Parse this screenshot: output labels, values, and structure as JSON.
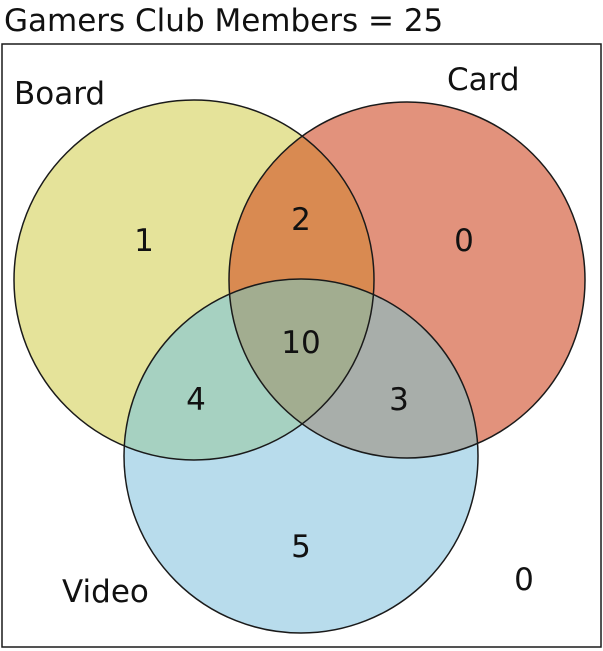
{
  "title": "Gamers Club Members = 25",
  "sets": {
    "board": {
      "label": "Board",
      "color": "#e5e39a"
    },
    "card": {
      "label": "Card",
      "color": "#e2927c"
    },
    "video": {
      "label": "Video",
      "color": "#b8dcec"
    }
  },
  "overlap_colors": {
    "board_card": "#d98a51",
    "board_video": "#a6d1c1",
    "card_video": "#a8aeaa",
    "all_three": "#a2ad90"
  },
  "regions": {
    "board_only": "1",
    "card_only": "0",
    "video_only": "5",
    "board_card": "2",
    "board_video": "4",
    "card_video": "3",
    "all_three": "10",
    "outside": "0"
  }
}
